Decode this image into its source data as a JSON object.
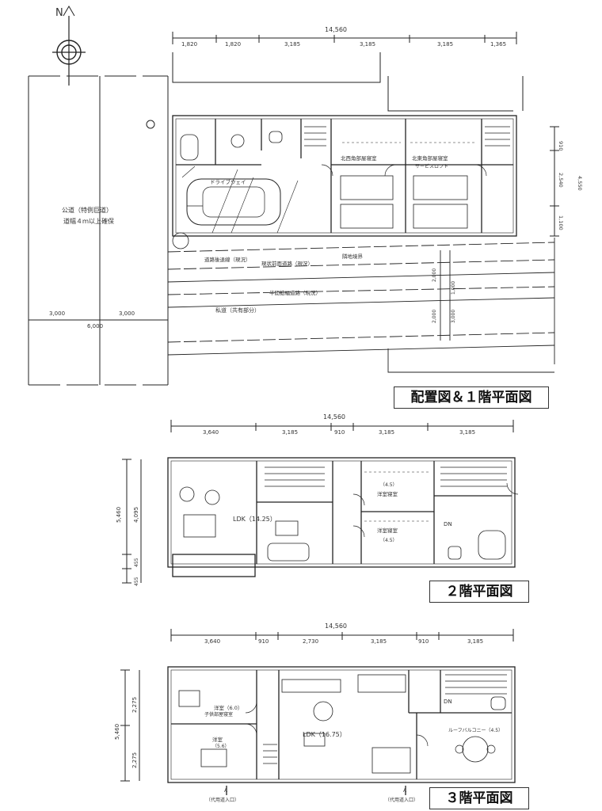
{
  "site": {
    "north_label": "N",
    "dim_total": "14,560",
    "dim_segments": [
      "1,820",
      "1,820",
      "3,185",
      "3,185",
      "3,185",
      "1,365"
    ],
    "dim_right": [
      "910",
      "2,540",
      "4,550",
      "1,100"
    ],
    "road_name": "公道（特例巨道）",
    "road_name_2": "道幅４ｍ以上確保",
    "road_widths": [
      "3,000",
      "3,000"
    ],
    "road_total": "6,000",
    "drive_label": "ドライブウェイ",
    "room_a": "北西角部屋寝室",
    "room_b": "北東角部屋寝室",
    "room_b2": "サービスロフト",
    "line_1": "道路後退線（現況）",
    "line_2": "現状前面道路（現況）",
    "line_3": "隣地境界",
    "line_4": "半間拡幅道路（現況）",
    "road_main": "私道（共有部分）",
    "offsets": [
      "2,000",
      "1,000",
      "2,000",
      "3,000"
    ]
  },
  "floor2": {
    "dim_total": "14,560",
    "dim_segments": [
      "3,640",
      "3,185",
      "910",
      "3,185",
      "3,185"
    ],
    "dim_left": [
      "5,460",
      "4,095",
      "455",
      "455"
    ],
    "ldk_label": "LDK（14.25）",
    "room_1": "洋室寝室",
    "room_2": "洋室寝室",
    "room_1_size": "（4.5）",
    "room_2_size": "（4.5）",
    "dn": "DN"
  },
  "floor3": {
    "dim_total": "14,560",
    "dim_segments": [
      "3,640",
      "910",
      "2,730",
      "3,185",
      "910",
      "3,185"
    ],
    "dim_left": [
      "5,460",
      "2,275",
      "2,275"
    ],
    "room_1": "洋室（6.0）",
    "room_1b": "子供部屋寝室",
    "room_2": "洋室",
    "room_2b": "（5.6）",
    "ldk_label": "LDK（16.75）",
    "room_3": "ルーフバルコニー（4.5）",
    "dn": "DN",
    "entry_left": "（代用道入口）",
    "entry_right": "（代用道入口）",
    "marker": "A"
  },
  "captions": {
    "site_plan": "配置図＆１階平面図",
    "floor2": "２階平面図",
    "floor3": "３階平面図"
  }
}
